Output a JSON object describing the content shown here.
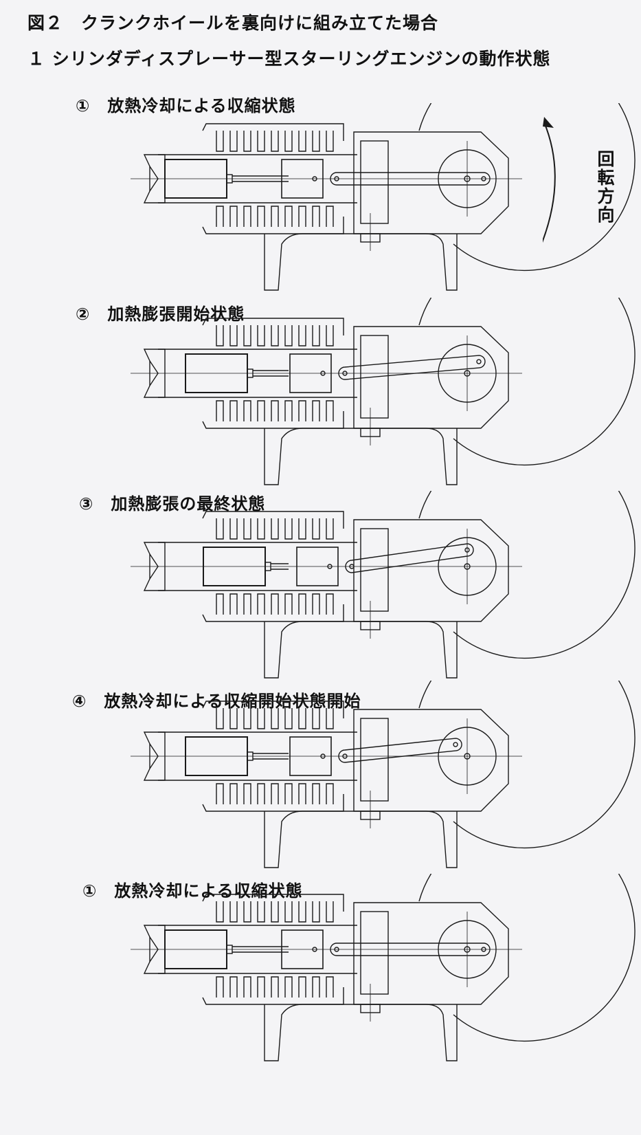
{
  "figure": {
    "title": "図２　クランクホイールを裏向けに組み立てた場合",
    "subtitle": "１ シリンダディスプレーサー型スターリングエンジンの動作状態",
    "rotation_label": "回転方向"
  },
  "stages": [
    {
      "label": "①　放熱冷却による収縮状態",
      "displacer_shift": 0,
      "crank_angle_deg": 180
    },
    {
      "label": "②　加熱膨張開始状態",
      "displacer_shift": 30,
      "crank_angle_deg": 225
    },
    {
      "label": "③　加熱膨張の最終状態",
      "displacer_shift": 56,
      "crank_angle_deg": 270
    },
    {
      "label": "④　放熱冷却による収縮開始状態開始",
      "displacer_shift": 30,
      "crank_angle_deg": 315
    },
    {
      "label": "①　放熱冷却による収縮状態",
      "displacer_shift": 0,
      "crank_angle_deg": 180
    }
  ],
  "colors": {
    "line": "#1a1a1a",
    "paper": "#f4f4f6"
  }
}
